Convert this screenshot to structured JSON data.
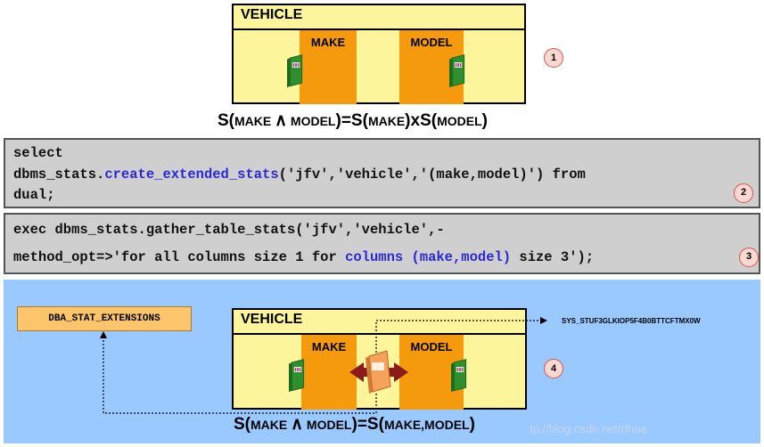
{
  "top_diagram": {
    "table_label": "VEHICLE",
    "columns": [
      "MAKE",
      "MODEL"
    ],
    "badge": "1",
    "formula": [
      {
        "t": "S(",
        "big": true
      },
      {
        "t": "MAKE ",
        "big": false
      },
      {
        "t": "∧",
        "big": true
      },
      {
        "t": " MODEL",
        "big": false
      },
      {
        "t": ")=S(",
        "big": true
      },
      {
        "t": "MAKE",
        "big": false
      },
      {
        "t": ")xS(",
        "big": true
      },
      {
        "t": "MODEL",
        "big": false
      },
      {
        "t": ")",
        "big": true
      }
    ]
  },
  "code_block_2": {
    "lines": [
      [
        {
          "t": "select",
          "blue": false
        }
      ],
      [
        {
          "t": "dbms_stats.",
          "blue": false
        },
        {
          "t": "create_extended_stats",
          "blue": true
        },
        {
          "t": "('jfv','vehicle','(make,model)') from",
          "blue": false
        }
      ],
      [
        {
          "t": "dual;",
          "blue": false
        }
      ]
    ],
    "badge": "2"
  },
  "code_block_3": {
    "lines": [
      [
        {
          "t": "exec dbms_stats.gather_table_stats('jfv','vehicle',-",
          "blue": false
        }
      ],
      [
        {
          "t": "method_opt=>'for all columns size 1 for ",
          "blue": false
        },
        {
          "t": "columns (make,model)",
          "blue": true
        },
        {
          "t": " size 3');",
          "blue": false
        }
      ]
    ],
    "badge": "3"
  },
  "bottom_diagram": {
    "dba_label": "DBA_STAT_EXTENSIONS",
    "table_label": "VEHICLE",
    "columns": [
      "MAKE",
      "MODEL"
    ],
    "extension_name": "SYS_STUF3GLKIOP5F4B0BTTCFTMX0W",
    "badge": "4",
    "formula": [
      {
        "t": "S(",
        "big": true
      },
      {
        "t": "MAKE ",
        "big": false
      },
      {
        "t": "∧",
        "big": true
      },
      {
        "t": " MODEL",
        "big": false
      },
      {
        "t": ")=S(",
        "big": true
      },
      {
        "t": "MAKE,MODEL",
        "big": false
      },
      {
        "t": ")",
        "big": true
      }
    ],
    "watermark": "tp://blog.csdn.net/rlhua"
  },
  "colors": {
    "table_fill": "#fdf59b",
    "column_fill": "#f59a0c",
    "code_bg": "#cfcfcf",
    "panel_bg": "#99c9ff",
    "code_highlight": "#2a2ad4",
    "badge_fill": "#fbd9d1",
    "arrow": "#8b1a1a"
  }
}
